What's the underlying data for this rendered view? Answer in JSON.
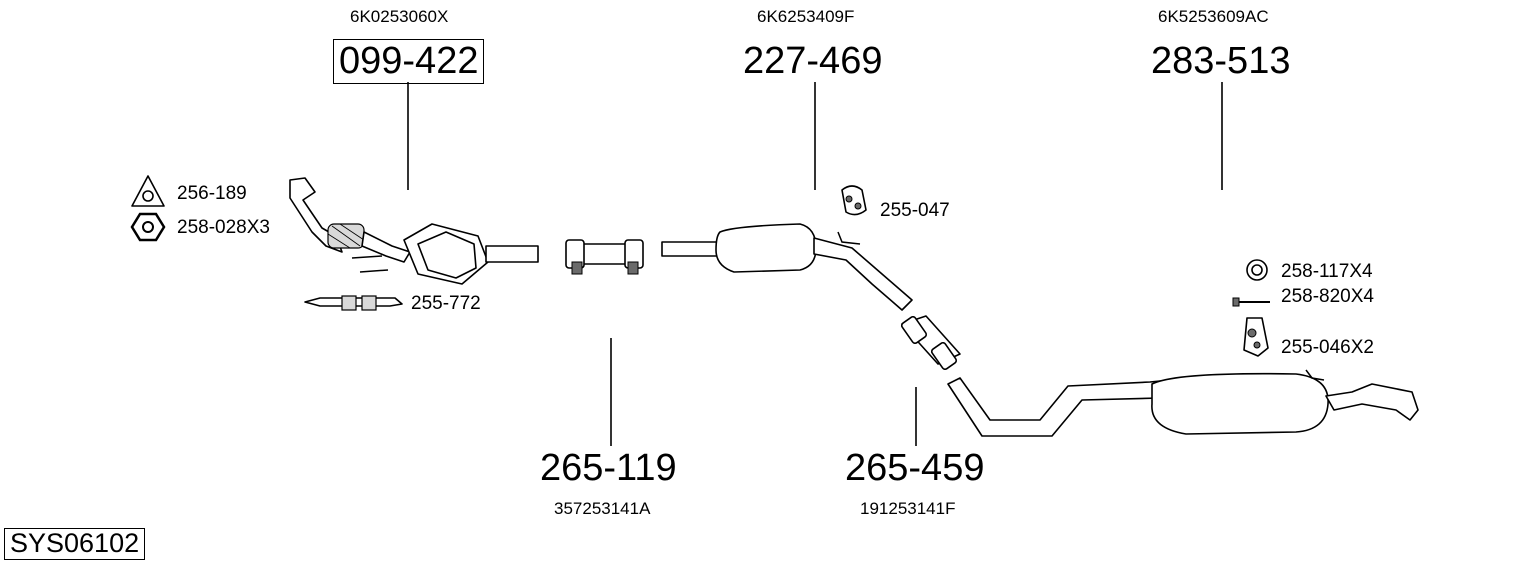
{
  "diagram": {
    "system_code": "SYS06102",
    "parts": [
      {
        "oem": "6K0253060X",
        "number": "099-422"
      },
      {
        "oem": "6K6253409F",
        "number": "227-469"
      },
      {
        "oem": "6K5253609AC",
        "number": "283-513"
      },
      {
        "oem": "357253141A",
        "number": "265-119"
      },
      {
        "oem": "191253141F",
        "number": "265-459"
      }
    ],
    "accessories": [
      {
        "label": "256-189",
        "icon": "gasket-icon"
      },
      {
        "label": "258-028X3",
        "icon": "nut-icon"
      },
      {
        "label": "255-772",
        "icon": "bracket-icon"
      },
      {
        "label": "255-047",
        "icon": "rubber-hanger-icon"
      },
      {
        "label": "258-117X4",
        "icon": "ring-icon"
      },
      {
        "label": "258-820X4",
        "icon": "bolt-icon"
      },
      {
        "label": "255-046X2",
        "icon": "rubber-hanger-icon"
      }
    ]
  }
}
